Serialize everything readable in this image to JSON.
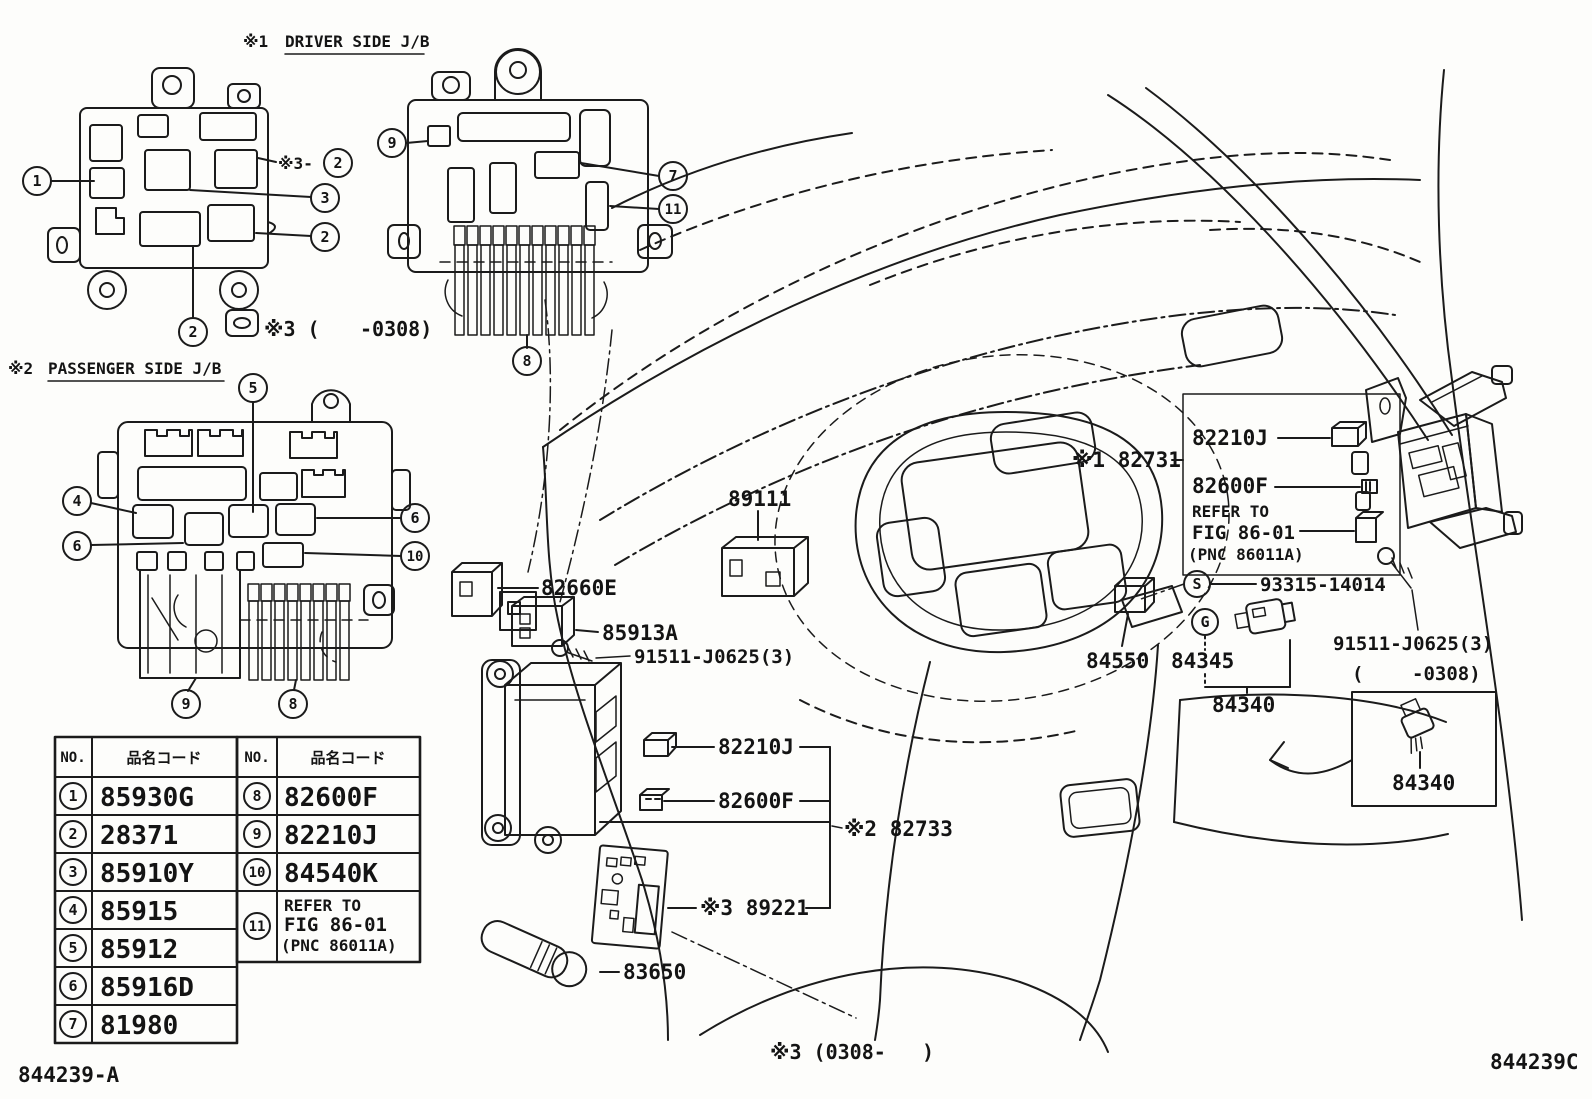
{
  "page": {
    "background": "#fdfdfb",
    "ink": "#1b1b1b"
  },
  "titles": {
    "driver_prefix": "※1",
    "driver": "DRIVER SIDE J/B",
    "passenger_prefix": "※2",
    "passenger": "PASSENGER SIDE J/B"
  },
  "notes": {
    "driver_variant_open": "※3 (",
    "driver_variant_close": "-0308)",
    "driver_callout_prefix": "※3-",
    "footer_variant_open": "※3 (0308-",
    "footer_variant_close": ")",
    "right_variant_open": "(",
    "right_variant_close": "-0308)"
  },
  "footer": {
    "left": "844239-A",
    "right": "844239C"
  },
  "callouts": {
    "driver": [
      "1",
      "3",
      "2",
      "2",
      "2"
    ],
    "driver0308": [
      "9",
      "7",
      "11",
      "8"
    ],
    "passenger": [
      "5",
      "4",
      "6",
      "6",
      "10",
      "9",
      "8"
    ]
  },
  "markers": {
    "screw": "S",
    "grommet": "G"
  },
  "table": {
    "no_header": "NO.",
    "code_header": "品名コード",
    "left": [
      [
        "1",
        "85930G"
      ],
      [
        "2",
        "28371"
      ],
      [
        "3",
        "85910Y"
      ],
      [
        "4",
        "85915"
      ],
      [
        "5",
        "85912"
      ],
      [
        "6",
        "85916D"
      ],
      [
        "7",
        "81980"
      ]
    ],
    "right": [
      [
        "8",
        "82600F"
      ],
      [
        "9",
        "82210J"
      ],
      [
        "10",
        "84540K"
      ]
    ],
    "row11": {
      "no": "11",
      "line1": "REFER TO",
      "line2": "FIG 86-01",
      "line3": "(PNC 86011A)"
    }
  },
  "labels": {
    "relay_89111": "89111",
    "conn_82660e": "82660E",
    "relay_85913a": "85913A",
    "screw_center": "91511-J0625(3)",
    "conn_82210j": "82210J",
    "conn_82600f": "82600F",
    "asm_82733": "※2 82733",
    "board_89221": "※3 89221",
    "lighter_83650": "83650",
    "jb_82731": "※1 82731",
    "box_82210j": "82210J",
    "box_82600f": "82600F",
    "refer1": "REFER TO",
    "refer2": "FIG 86-01",
    "refer3": "(PNC 86011A)",
    "screw_93315": "93315-14014",
    "screw_right": "91511-J0625(3)",
    "sw_84550": "84550",
    "sw_84345": "84345",
    "sw_84340": "84340",
    "old_84340": "84340"
  }
}
